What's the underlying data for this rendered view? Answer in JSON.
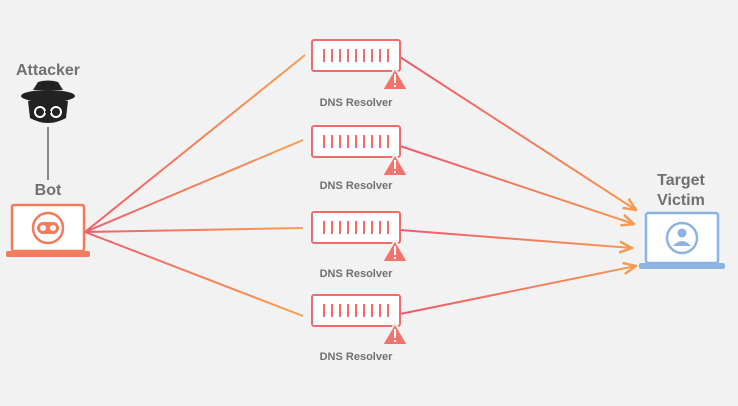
{
  "attacker": {
    "label": "Attacker",
    "icon": "spy-icon"
  },
  "bot": {
    "label": "Bot",
    "icon": "robot-laptop-icon"
  },
  "resolvers": [
    {
      "label": "DNS Resolver",
      "icon": "server-warning-icon"
    },
    {
      "label": "DNS Resolver",
      "icon": "server-warning-icon"
    },
    {
      "label": "DNS Resolver",
      "icon": "server-warning-icon"
    },
    {
      "label": "DNS Resolver",
      "icon": "server-warning-icon"
    }
  ],
  "target": {
    "label_line1": "Target",
    "label_line2": "Victim",
    "icon": "user-laptop-icon"
  },
  "colors": {
    "background": "#f2f2f2",
    "bot_to_resolver": "#f5994f",
    "resolver_to_target": "#ef5f6b",
    "server_stroke": "#f06c6c",
    "warning": "#f2736b",
    "bot_laptop": "#f37a5a",
    "target_laptop": "#8bb3e3",
    "attacker": "#222222",
    "label": "#707070"
  }
}
